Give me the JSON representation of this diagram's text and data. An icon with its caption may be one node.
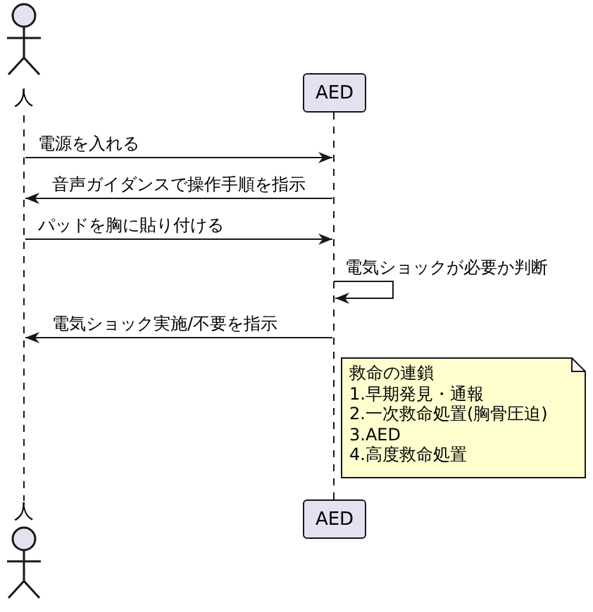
{
  "diagram": {
    "nodes": [
      {
        "text": [
          "人"
        ]
      },
      {
        "text": [
          "AED"
        ]
      },
      {
        "text": [
          "AED"
        ]
      },
      {
        "text": [
          "人"
        ]
      },
      {
        "text": [
          "救命の連鎖",
          "1.早期発見・通報",
          "2.一次救命処置(胸骨圧迫)",
          "3.AED",
          "4.高度救命処置"
        ]
      },
      {
        "text": [],
        "shape": "line"
      },
      {
        "text": [],
        "shape": "line"
      }
    ],
    "edges": [
      {
        "from": 5,
        "to": 6,
        "arrow": "to",
        "label": "電源を入れる"
      },
      {
        "from": 6,
        "to": 5,
        "arrow": "to",
        "label": "音声ガイダンスで操作手順を指示"
      },
      {
        "from": 5,
        "to": 6,
        "arrow": "to",
        "label": "パッドを胸に貼り付ける"
      },
      {
        "from": 6,
        "to": 6,
        "arrow": "to",
        "label": "電気ショックが必要か判断"
      },
      {
        "from": 6,
        "to": 5,
        "arrow": "to",
        "label": "電気ショック実施/不要を指示"
      }
    ]
  }
}
